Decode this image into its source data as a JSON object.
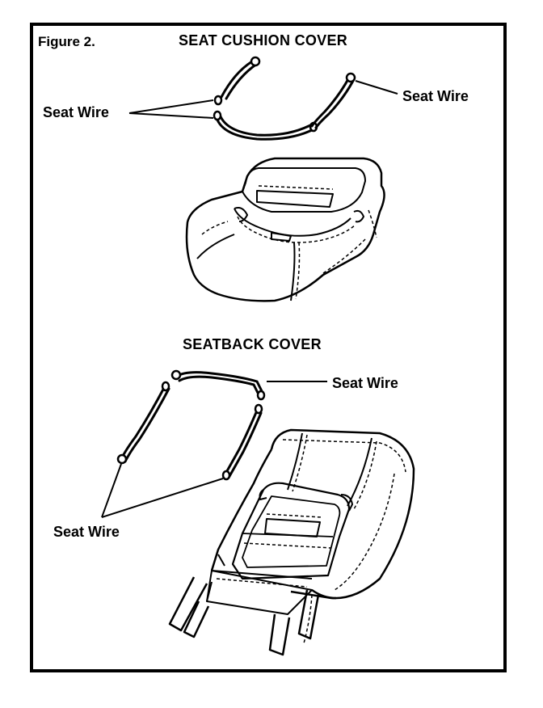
{
  "figure_label": "Figure 2.",
  "sections": [
    {
      "title": "SEAT CUSHION COVER"
    },
    {
      "title": "SEATBACK COVER"
    }
  ],
  "labels": {
    "cushion_wire_left": "Seat Wire",
    "cushion_wire_right": "Seat Wire",
    "back_wire_top": "Seat Wire",
    "back_wire_left": "Seat Wire"
  },
  "colors": {
    "ink": "#000000",
    "paper": "#ffffff"
  }
}
